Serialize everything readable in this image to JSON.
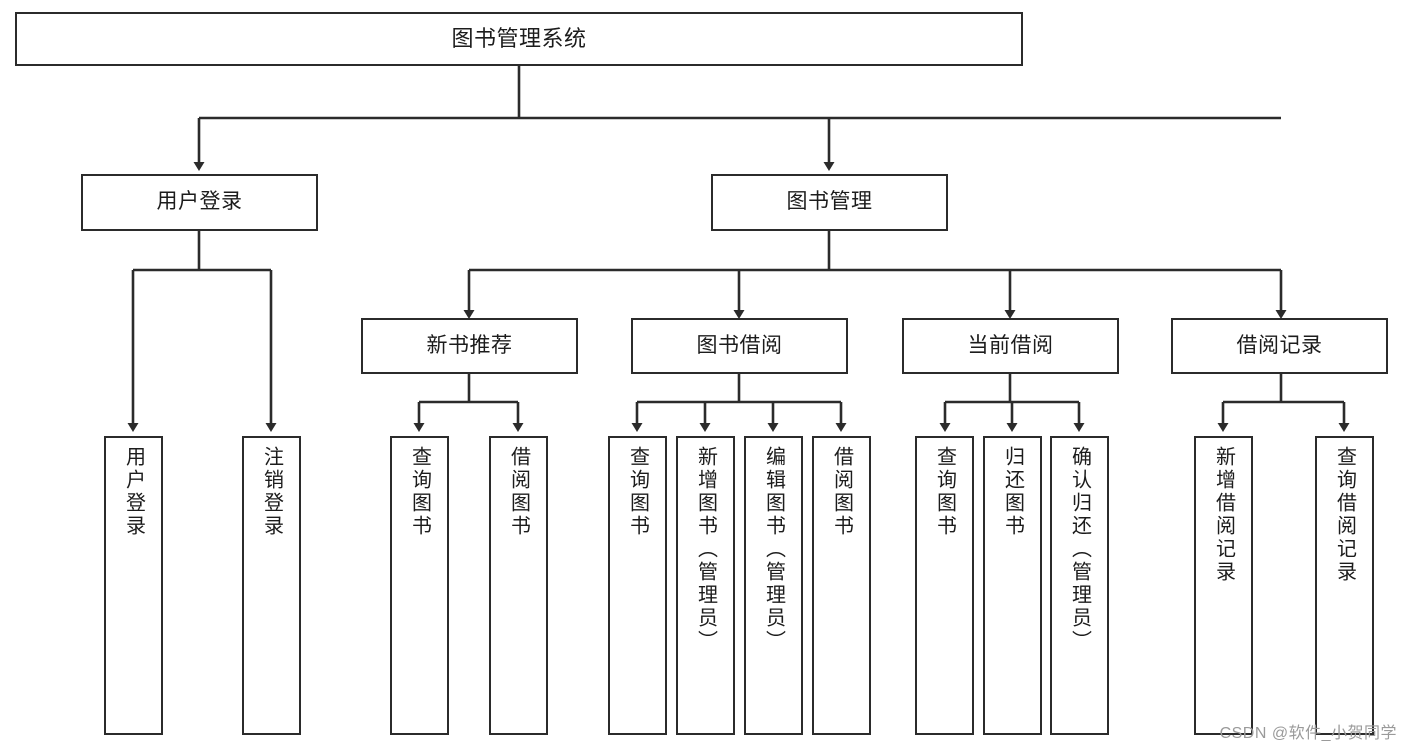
{
  "diagram": {
    "title": "图书管理系统",
    "watermark": "CSDN @软件_小贺同学",
    "colors": {
      "background": "#ffffff",
      "node_border": "#2b2b2b",
      "node_fill": "#ffffff",
      "edge": "#2b2b2b",
      "text": "#1c1c1c",
      "watermark": "#9a9a9a"
    },
    "root": {
      "label": "图书管理系统"
    },
    "level2": [
      {
        "label": "用户登录"
      },
      {
        "label": "图书管理"
      }
    ],
    "level3": [
      {
        "label": "新书推荐"
      },
      {
        "label": "图书借阅"
      },
      {
        "label": "当前借阅"
      },
      {
        "label": "借阅记录"
      }
    ],
    "leaves": {
      "user_login": [
        {
          "label": "用户登录"
        },
        {
          "label": "注销登录"
        }
      ],
      "new_book_recommend": [
        {
          "label": "查询图书"
        },
        {
          "label": "借阅图书"
        }
      ],
      "book_borrow": [
        {
          "label": "查询图书"
        },
        {
          "label": "新增图书（管理员）"
        },
        {
          "label": "编辑图书（管理员）"
        },
        {
          "label": "借阅图书"
        }
      ],
      "current_borrow": [
        {
          "label": "查询图书"
        },
        {
          "label": "归还图书"
        },
        {
          "label": "确认归还（管理员）"
        }
      ],
      "borrow_records": [
        {
          "label": "新增借阅记录"
        },
        {
          "label": "查询借阅记录"
        }
      ]
    }
  }
}
